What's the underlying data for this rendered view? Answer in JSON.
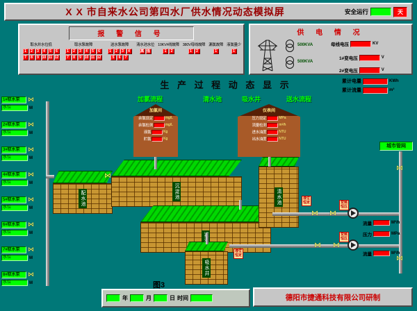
{
  "colors": {
    "background": "#007878",
    "panel": "#C6C6C6",
    "alarm_red": "#FF0000",
    "display_green": "#00FF00",
    "title_red": "#990000"
  },
  "header": {
    "title": "X X 市自来水公司第四水厂供水情况动态模拟屏",
    "safe_run_label": "安全运行",
    "safe_run_value": "",
    "safe_run_unit": "天"
  },
  "alarm_panel": {
    "title": "报 警 信 号",
    "groups": [
      {
        "label": "取水井水位低",
        "cells": [
          "1",
          "2",
          "3",
          "4",
          "5",
          "6",
          "7",
          "8",
          "9",
          "10",
          "11",
          "12"
        ]
      },
      {
        "label": "取水泵故障",
        "cells": [
          "1",
          "2",
          "3",
          "4",
          "5",
          "6",
          "7",
          "8",
          "9",
          "10",
          "11",
          "12"
        ]
      },
      {
        "label": "送水泵故障",
        "cells": [
          "1",
          "2",
          "3",
          "4",
          "5",
          "6",
          "7"
        ]
      },
      {
        "label": "清水池水位",
        "cells": [
          "高",
          "低"
        ]
      },
      {
        "label": "10KV#线故障",
        "cells": [
          "1",
          "2"
        ]
      },
      {
        "label": "380V母线故障",
        "cells": [
          "1",
          "2"
        ]
      },
      {
        "label": "漏氯故障",
        "cells": [
          "1"
        ]
      },
      {
        "label": "液氯量少",
        "cells": [
          "1"
        ]
      }
    ]
  },
  "power_panel": {
    "title": "供 电 情 况",
    "bus_voltage_label": "母线电压",
    "bus_voltage_value": "",
    "bus_voltage_unit": "KV",
    "transformer1_label": "500KVA",
    "transformer2_label": "500KVA",
    "t1_label": "1#变电压",
    "t1_value": "",
    "t1_unit": "V",
    "t2_label": "2#变电压",
    "t2_value": "",
    "t2_unit": "V"
  },
  "totals": {
    "energy_label": "累计电量",
    "energy_value": "",
    "energy_unit": "KWh",
    "flow_label": "累计流量",
    "flow_value": "",
    "flow_unit": "m³"
  },
  "process": {
    "title": "生 产 过 程 动 态 显 示",
    "flow_labels": [
      "加氯流程",
      "清水池",
      "吸水井",
      "送水流程"
    ]
  },
  "chlorine_room": {
    "name": "加氯间",
    "rows": [
      {
        "label": "余氯设定",
        "value": "",
        "unit": "mg/L"
      },
      {
        "label": "余氯检测",
        "value": "",
        "unit": "mg/L"
      },
      {
        "label": "液氯",
        "value": "",
        "unit": "Kg"
      },
      {
        "label": "贮氯",
        "value": "",
        "unit": "Kg"
      }
    ]
  },
  "meter_room": {
    "name": "仪表间",
    "rows": [
      {
        "label": "压力设定",
        "value": "",
        "unit": "MPa"
      },
      {
        "label": "流量检测",
        "value": "",
        "unit": "m³/h"
      },
      {
        "label": "进水浊度",
        "value": "",
        "unit": "NTU"
      },
      {
        "label": "出水浊度",
        "value": "",
        "unit": "NTU"
      }
    ]
  },
  "pumps": [
    {
      "label": "1#取水泵",
      "level_label": "水位",
      "level_value": "",
      "level_unit": "M"
    },
    {
      "label": "2#取水泵",
      "level_label": "水位",
      "level_value": "",
      "level_unit": "M"
    },
    {
      "label": "3#取水泵",
      "level_label": "水位",
      "level_value": "",
      "level_unit": "M"
    },
    {
      "label": "4#取水泵",
      "level_label": "水位",
      "level_value": "",
      "level_unit": "M"
    },
    {
      "label": "5#取水泵",
      "level_label": "水位",
      "level_value": "",
      "level_unit": "M"
    },
    {
      "label": "6#取水泵",
      "level_label": "水位",
      "level_value": "",
      "level_unit": "M"
    },
    {
      "label": "7#取水泵",
      "level_label": "水位",
      "level_value": "",
      "level_unit": "M"
    },
    {
      "label": "8#取水泵",
      "level_label": "水位",
      "level_value": "",
      "level_unit": "M"
    }
  ],
  "tanks": {
    "distribution": "配水池",
    "sedimentation": "沉淀池",
    "filter": "滤池",
    "clear_water": "清水池",
    "suction_well": "吸水井"
  },
  "status_tags": {
    "vfd": "变频恒压",
    "level": "液位恒定"
  },
  "network": {
    "city_label": "城市管网",
    "flow1_label": "流量",
    "flow1_value": "",
    "flow1_unit": "M³/h",
    "pressure_label": "压力",
    "pressure_value": "",
    "pressure_unit": "MPa",
    "flow2_label": "流量",
    "flow2_value": "",
    "flow2_unit": "M³/h"
  },
  "footer": {
    "figure_label": "图3",
    "date_labels": [
      "年",
      "月",
      "日",
      "时间"
    ],
    "credit": "德阳市捷通科技有限公司研制"
  }
}
